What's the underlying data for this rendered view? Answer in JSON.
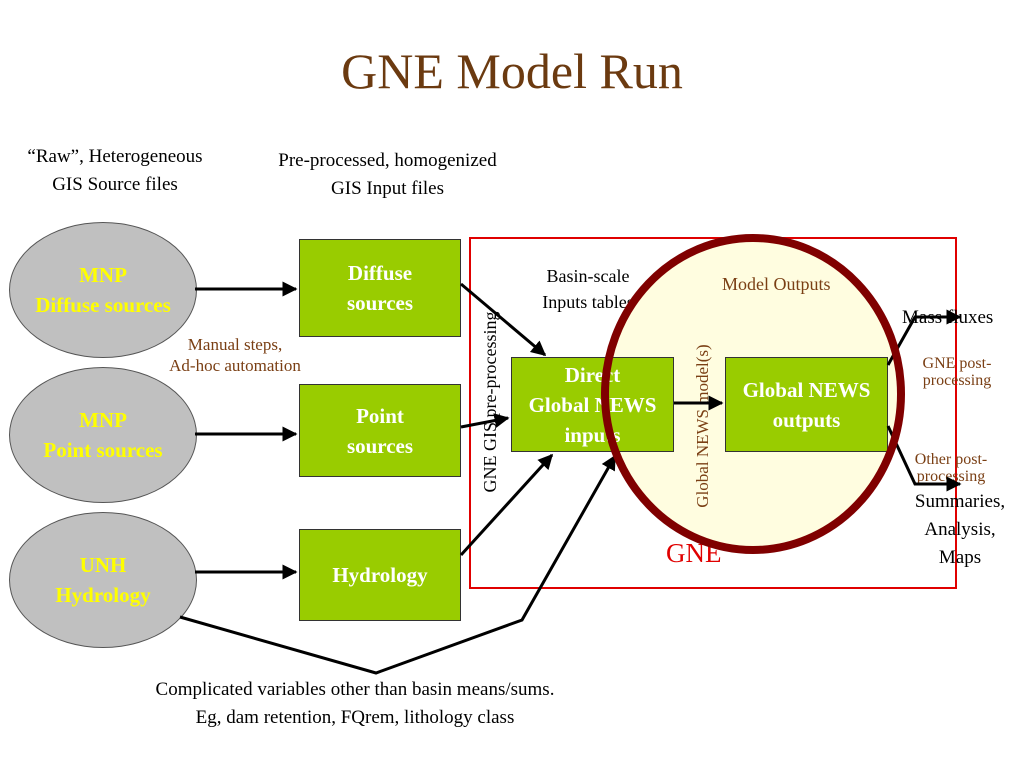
{
  "title": "GNE Model Run",
  "captions": {
    "raw_line1": "“Raw”, Heterogeneous",
    "raw_line2": "GIS Source files",
    "pre_line1": "Pre-processed, homogenized",
    "pre_line2": "GIS Input files",
    "bottom_line1": "Complicated variables other than basin means/sums.",
    "bottom_line2": "Eg, dam retention, FQrem, lithology class"
  },
  "sources": {
    "mnp_diffuse": {
      "line1": "MNP",
      "line2": "Diffuse sources"
    },
    "mnp_point": {
      "line1": "MNP",
      "line2": "Point sources"
    },
    "unh_hydrology": {
      "line1": "UNH",
      "line2": "Hydrology"
    }
  },
  "inputs": {
    "diffuse": {
      "line1": "Diffuse",
      "line2": "sources"
    },
    "point": {
      "line1": "Point",
      "line2": "sources"
    },
    "hydrology": {
      "line1": "Hydrology"
    }
  },
  "manual_steps": {
    "line1": "Manual steps,",
    "line2": "Ad-hoc automation"
  },
  "gne_box": {
    "label": "GNE",
    "preprocessing_label": "GNE GIS  pre-processing",
    "basin_line1": "Basin-scale",
    "basin_line2": "Inputs tables",
    "direct_line1": "Direct",
    "direct_line2": "Global NEWS",
    "direct_line3": "inputs",
    "models_label": "Global NEWS  model(s)",
    "outputs_line1": "Global NEWS",
    "outputs_line2": "outputs",
    "model_outputs_label": "Model Outputs"
  },
  "outputs": {
    "mass_fluxes": "Mass fluxes",
    "gne_post_line1": "GNE post-",
    "gne_post_line2": "processing",
    "other_post_line1": "Other post-",
    "other_post_line2": "processing",
    "summaries_line1": "Summaries,",
    "summaries_line2": "Analysis,",
    "summaries_line3": "Maps"
  },
  "colors": {
    "title": "#6b3a10",
    "source_fill": "#c0c0c0",
    "source_text": "#ffff00",
    "box_fill": "#99cc00",
    "gne_frame": "#e00000",
    "model_circle": "#800000",
    "model_circle_fill": "#fffde0",
    "annotation": "#7a3f14"
  }
}
